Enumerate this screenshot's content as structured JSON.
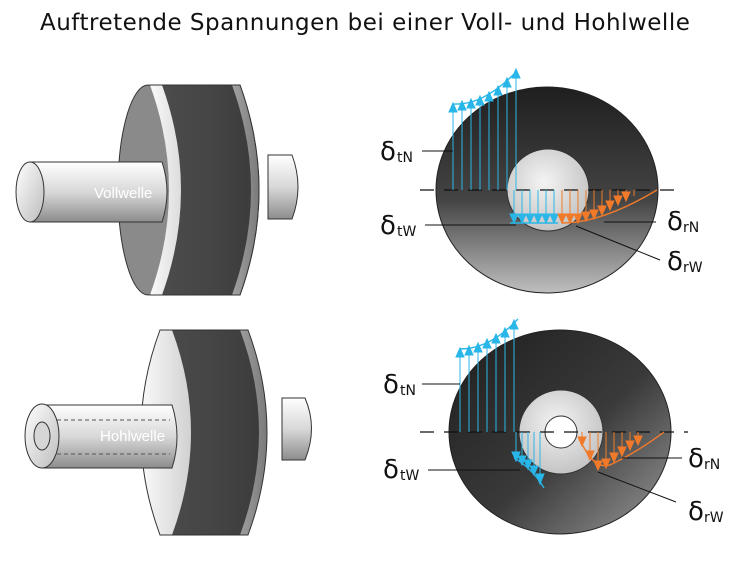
{
  "title": "Auftretende Spannungen bei einer Voll- und Hohlwelle",
  "labels": {
    "vollwelle": "Vollwelle",
    "hohlwelle": "Hohlwelle"
  },
  "stress": {
    "symbol": "δ",
    "tN": "tN",
    "tW": "tW",
    "rN": "rN",
    "rW": "rW"
  },
  "colors": {
    "tangential": "#29b6e8",
    "radial": "#f07a2a",
    "disc_dark": "#2a2a2a",
    "disc_light": "#eeeeee"
  }
}
